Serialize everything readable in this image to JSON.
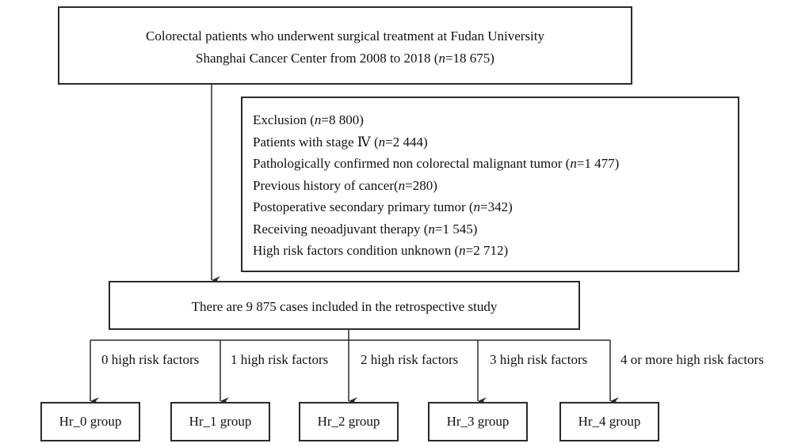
{
  "top_box": {
    "line1": "Colorectal patients who underwent surgical treatment at Fudan University",
    "line2_pre": "Shanghai Cancer Center from 2008 to 2018 (",
    "n": "n",
    "line2_post": "=18 675)"
  },
  "exclusion": {
    "items": [
      {
        "pre": "Exclusion (",
        "n": "n",
        "post": "=8 800)"
      },
      {
        "pre": "Patients with stage Ⅳ (",
        "n": "n",
        "post": "=2 444)"
      },
      {
        "pre": "Pathologically confirmed non colorectal malignant tumor (",
        "n": "n",
        "post": "=1 477)"
      },
      {
        "pre": "Previous history of cancer(",
        "n": "n",
        "post": "=280)"
      },
      {
        "pre": "Postoperative secondary primary tumor (",
        "n": "n",
        "post": "=342)"
      },
      {
        "pre": "Receiving neoadjuvant therapy (",
        "n": "n",
        "post": "=1 545)"
      },
      {
        "pre": "High risk factors condition unknown (",
        "n": "n",
        "post": "=2 712)"
      }
    ]
  },
  "included_box": {
    "text": "There are 9 875 cases included in the retrospective study"
  },
  "branches": [
    {
      "label": "0 high risk factors",
      "group": "Hr_0 group"
    },
    {
      "label": "1 high risk factors",
      "group": "Hr_1 group"
    },
    {
      "label": "2 high risk factors",
      "group": "Hr_2 group"
    },
    {
      "label": "3 high risk factors",
      "group": "Hr_3 group"
    },
    {
      "label": "4 or more high risk factors",
      "group": "Hr_4 group"
    }
  ]
}
